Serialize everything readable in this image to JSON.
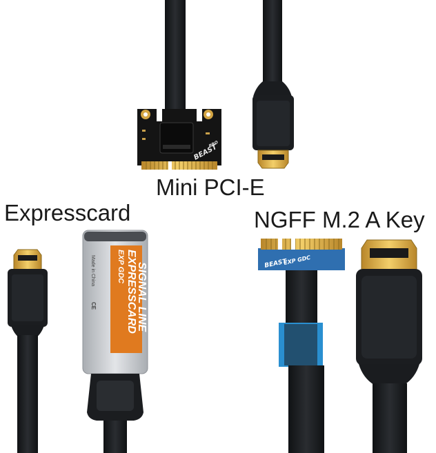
{
  "labels": {
    "mini_pcie": "Mini PCI-E",
    "expresscard": "Expresscard",
    "ngff": "NGFF M.2 A Key"
  },
  "printed": {
    "mini_board_brand": "BEAST",
    "mini_board_sub": "PRO",
    "card_model": "EXP GDC",
    "card_title_line1": "EXPRESSCARD",
    "card_title_line2": "SIGNAL LINE",
    "card_made_in": "Made in China",
    "card_ce": "CE",
    "ngff_board_brand": "BEAST",
    "ngff_board_model": "EXP GDC"
  },
  "colors": {
    "cable": "#1b1d20",
    "connector_gold": "#d9a93a",
    "card_orange": "#e07a1f",
    "card_metal": "#c9ccd0",
    "pcb_blue": "#2f6fb0",
    "pcb_black": "#141414",
    "sleeve_blue": "#2a8fd0"
  }
}
